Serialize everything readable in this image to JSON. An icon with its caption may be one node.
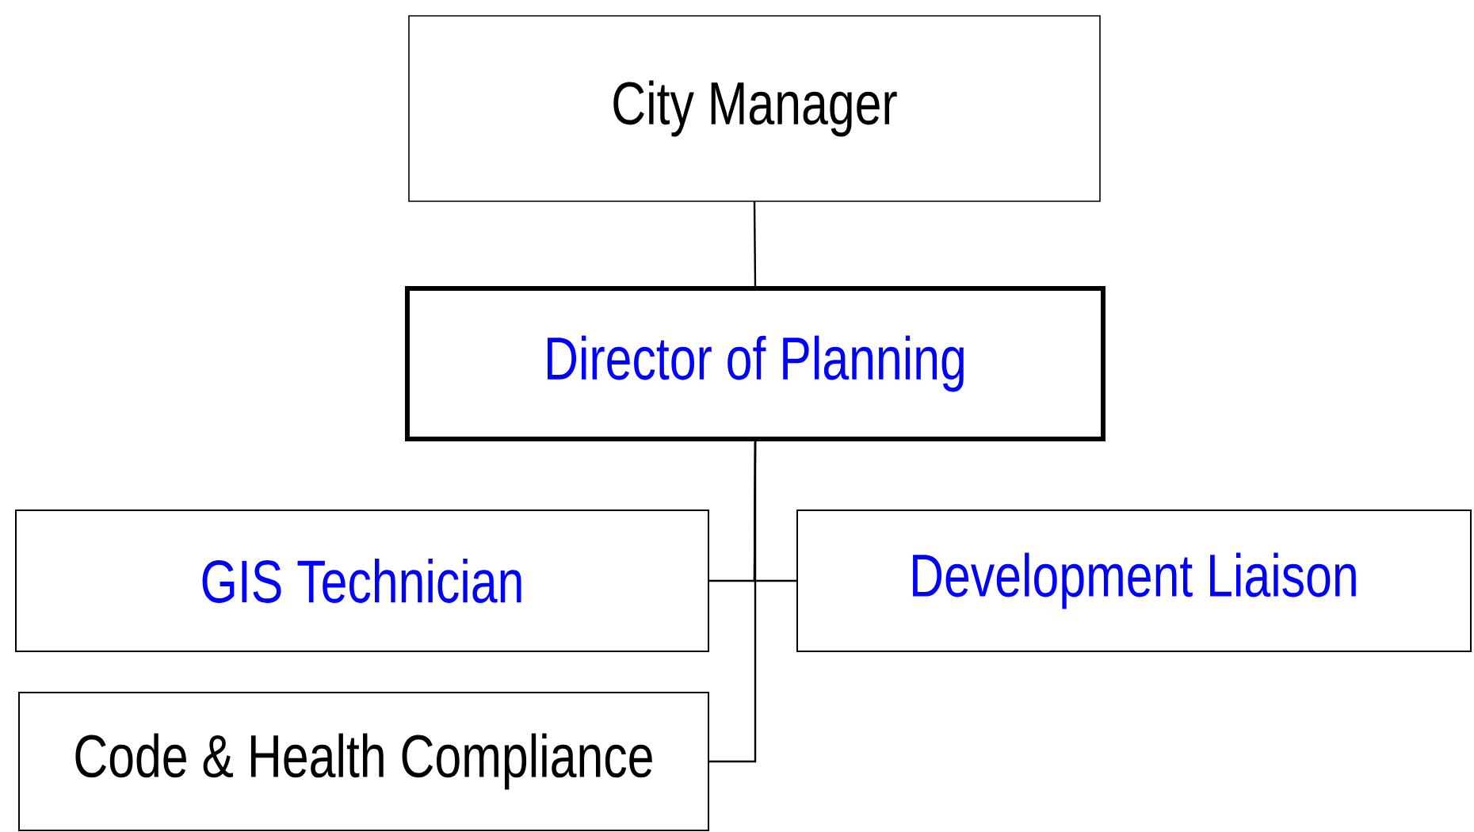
{
  "diagram": {
    "nodes": [
      {
        "text": [
          "City Manager"
        ]
      },
      {
        "text": [
          "Director of Planning"
        ]
      },
      {
        "text": [
          "GIS Technician"
        ]
      },
      {
        "text": [
          "Development Liaison"
        ]
      },
      {
        "text": [
          "Code & Health Compliance"
        ]
      }
    ],
    "edges": [
      {
        "from": 0,
        "to": 1,
        "arrow": "none"
      },
      {
        "from": 1,
        "to": 2,
        "arrow": "none"
      },
      {
        "from": 1,
        "to": 3,
        "arrow": "none"
      },
      {
        "from": 1,
        "to": 4,
        "arrow": "none"
      }
    ]
  }
}
